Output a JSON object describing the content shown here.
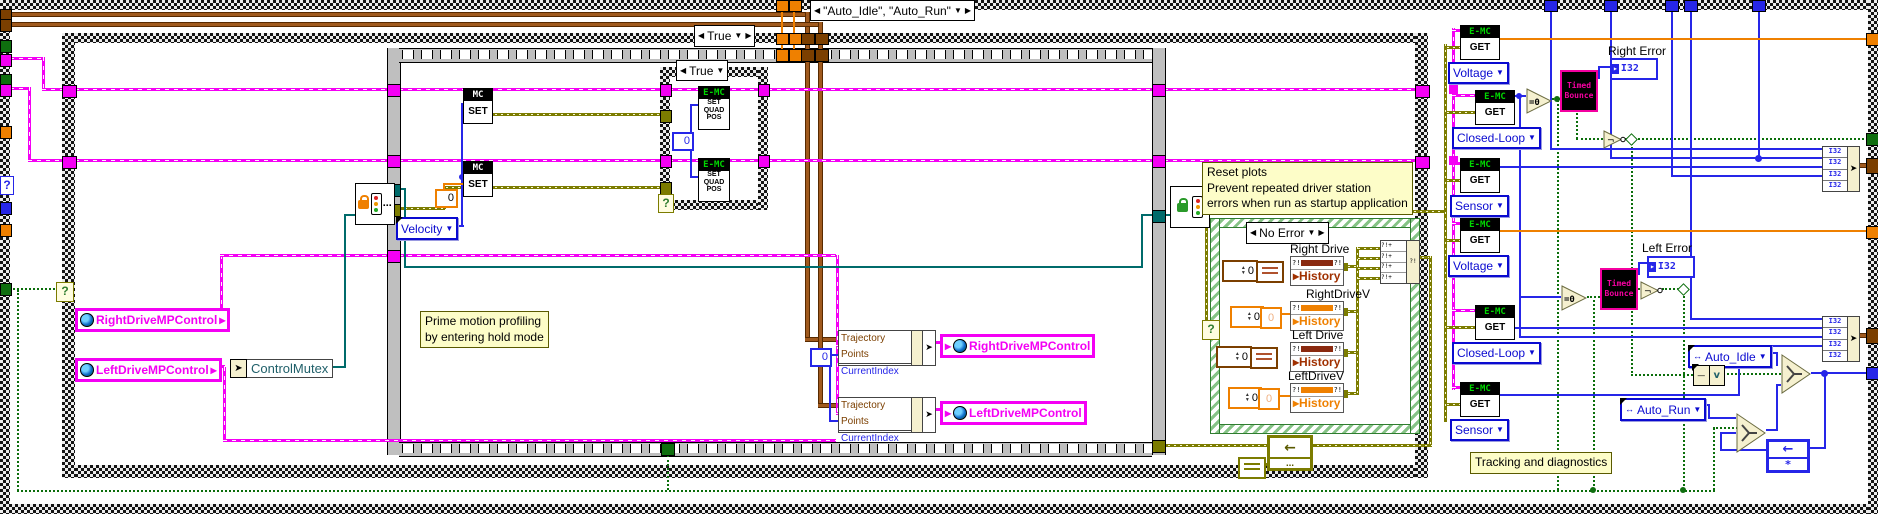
{
  "structures": {
    "outer_case_label": "\"Auto_Idle\", \"Auto_Run\"",
    "true_case_label": "True",
    "nested_true_case_label": "True",
    "error_case_label": "No Error"
  },
  "comments": {
    "reset_line1": "Reset plots",
    "reset_line2": "Prevent repeated driver station",
    "reset_line3": "errors when run as startup application",
    "prime_line1": "Prime motion profiling",
    "prime_line2": "by entering hold mode",
    "tracking": "Tracking and diagnostics"
  },
  "rings": {
    "velocity": "Velocity",
    "voltage_a": "Voltage",
    "closed_loop_a": "Closed-Loop",
    "sensor_a": "Sensor",
    "voltage_b": "Voltage",
    "closed_loop_b": "Closed-Loop",
    "sensor_b": "Sensor",
    "auto_idle": "Auto_Idle",
    "auto_run": "Auto_Run"
  },
  "nodes": {
    "mc": "MC",
    "emc": "E-MC",
    "set": "SET",
    "get": "GET",
    "quad1": "SET",
    "quad2": "QUAD",
    "quad3": "POS",
    "timed1": "Timed",
    "timed2": "Bounce",
    "control_mutex": "ControlMutex",
    "traj_points": "Trajectory Points",
    "current_index": "CurrentIndex",
    "i32": "I32",
    "zero": "0",
    "history": "History"
  },
  "globals": {
    "right": "RightDriveMPControl",
    "left": "LeftDriveMPControl"
  },
  "indicators": {
    "right_error": "Right Error",
    "left_error": "Left Error"
  },
  "charts": {
    "c1": "Right Drive",
    "c2": "RightDriveV",
    "c3": "Left Drive",
    "c4": "LeftDriveV"
  },
  "glyphs": {
    "q": "?",
    "down": "▼",
    "left": "◀",
    "right": "▶",
    "out": "▸",
    "up_spin": "▲",
    "dn_spin": "▼",
    "enum_mark": "↔",
    "fb_arrow": "←",
    "init_star": "*",
    "bundle_arrow": "➤",
    "qbang": "?!",
    "qbang_plus": "?!+",
    "dots": "…",
    "not_sign": "¬",
    "eq_zero": "=0",
    "v": "v",
    "dash": "—"
  },
  "colors": {
    "magenta": "#f400f4",
    "olive": "#7c7c00",
    "blue": "#2626e8",
    "orange": "#ef8000",
    "teal": "#006b6b",
    "brown": "#7b3f00",
    "boolean_green": "#0b6e0b",
    "emc_green": "#00d700",
    "timed_bounce_pink": "#f400a0",
    "comment_bg": "#fdfdc8"
  }
}
